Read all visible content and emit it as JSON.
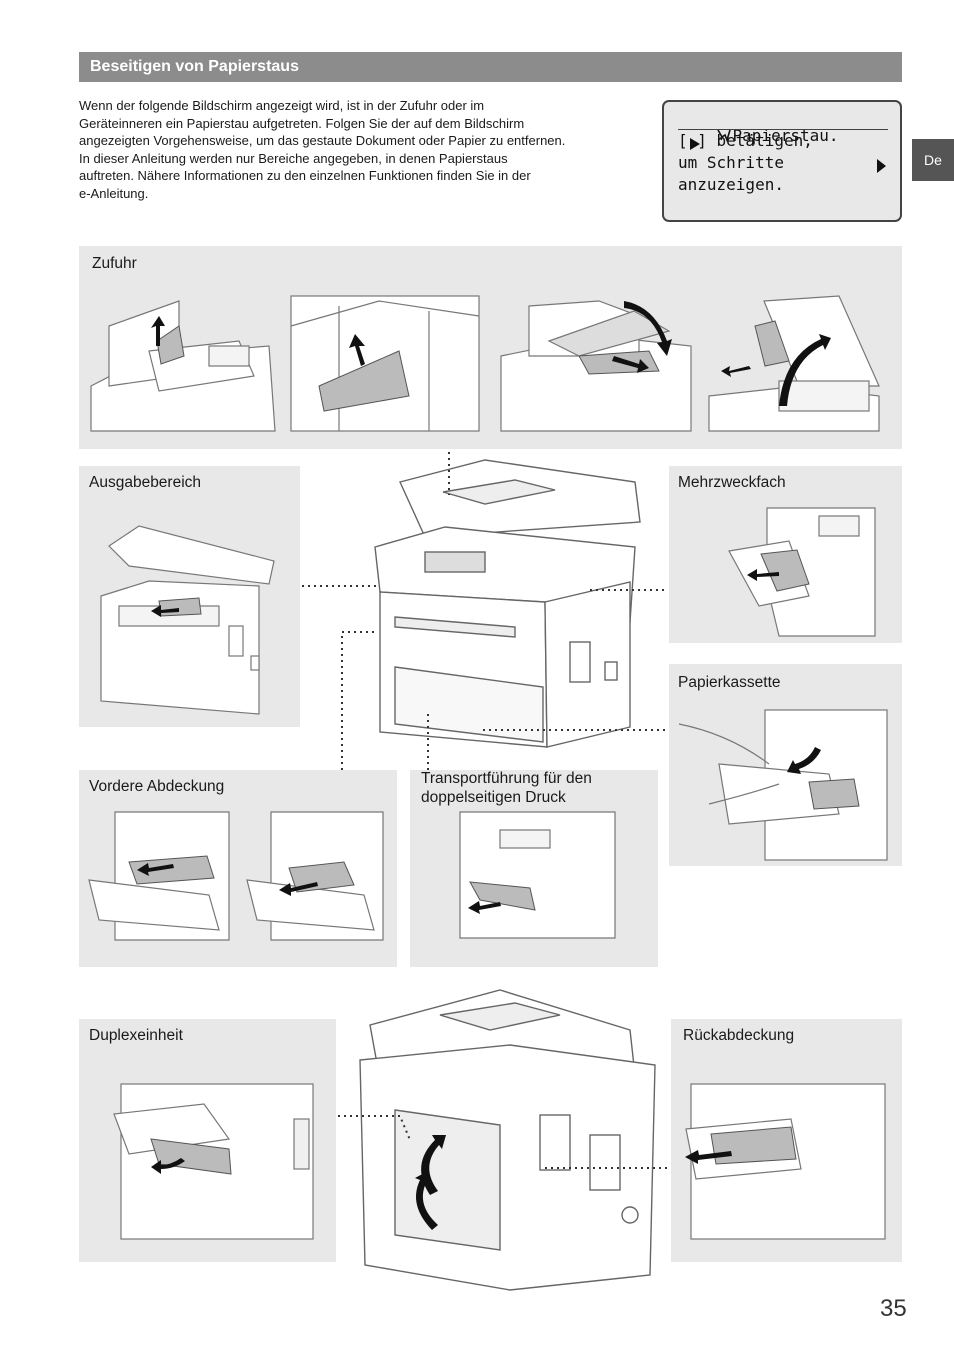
{
  "section": {
    "title": "Beseitigen von Papierstaus",
    "intro": [
      "Wenn der folgende Bildschirm angezeigt wird, ist in der Zufuhr oder im",
      "Geräteinneren ein Papierstau aufgetreten. Folgen Sie der auf dem Bildschirm",
      "angezeigten Vorgehensweise, um das gestaute Dokument oder Papier zu entfernen.",
      "In dieser Anleitung werden nur Bereiche angegeben, in denen Papierstaus",
      "auftreten. Nähere Informationen zu den einzelnen Funktionen finden Sie in der",
      "e-Anleitung."
    ]
  },
  "lcd": {
    "line1": "Papierstau.",
    "line2": "[ ] betätigen,",
    "line3": "um Schritte",
    "line4": "anzuzeigen."
  },
  "language_tab": "De",
  "panels": {
    "zufuhr": "Zufuhr",
    "ausgabebereich": "Ausgabebereich",
    "mehrzweckfach": "Mehrzweckfach",
    "papierkassette": "Papierkassette",
    "vordere_abdeckung": "Vordere Abdeckung",
    "transport_line1": "Transportführung für den",
    "transport_line2": "doppelseitigen Druck",
    "duplexeinheit": "Duplexeinheit",
    "rueckabdeckung": "Rückabdeckung"
  },
  "page_number": "35",
  "icons": [
    "paper-jam-icon",
    "right-triangle-icon"
  ]
}
